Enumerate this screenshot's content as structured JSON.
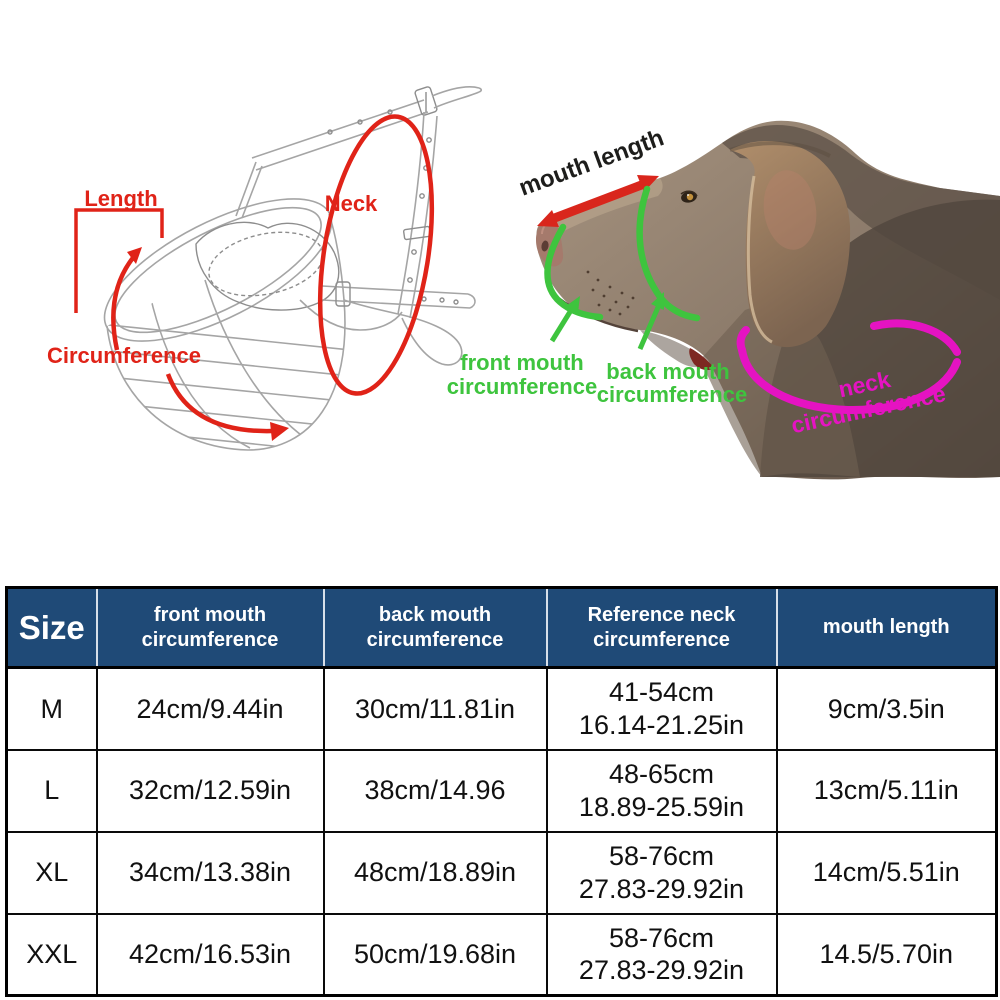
{
  "muzzle_diagram": {
    "labels": {
      "length": "Length",
      "neck": "Neck",
      "circumference": "Circumference"
    },
    "annotation_color": "#e02318"
  },
  "dog_diagram": {
    "labels": {
      "mouth_length": "mouth length",
      "front_mouth_line1": "front mouth",
      "front_mouth_line2": "circumference",
      "back_mouth_line1": "back mouth",
      "back_mouth_line2": "circumference",
      "neck_line1": "neck",
      "neck_line2": "circumference"
    },
    "colors": {
      "mouth_length_arrow": "#d9261c",
      "mouth_length_text": "#1d1d1b",
      "mouth_circumference_green": "#3ec43e",
      "neck_circumference_magenta": "#e513c2"
    }
  },
  "size_table": {
    "header_bg": "#1f4a77",
    "header_text_color": "#ffffff",
    "headers": {
      "size": "Size",
      "front": "front mouth\ncircumference",
      "back": "back mouth\ncircumference",
      "neck": "Reference neck\ncircumference",
      "mouth": "mouth length"
    },
    "rows": [
      {
        "size": "M",
        "front": "24cm/9.44in",
        "back": "30cm/11.81in",
        "neck": "41-54cm\n16.14-21.25in",
        "mouth": "9cm/3.5in"
      },
      {
        "size": "L",
        "front": "32cm/12.59in",
        "back": "38cm/14.96",
        "neck": "48-65cm\n18.89-25.59in",
        "mouth": "13cm/5.11in"
      },
      {
        "size": "XL",
        "front": "34cm/13.38in",
        "back": "48cm/18.89in",
        "neck": "58-76cm\n27.83-29.92in",
        "mouth": "14cm/5.51in"
      },
      {
        "size": "XXL",
        "front": "42cm/16.53in",
        "back": "50cm/19.68in",
        "neck": "58-76cm\n27.83-29.92in",
        "mouth": "14.5/5.70in"
      }
    ]
  }
}
